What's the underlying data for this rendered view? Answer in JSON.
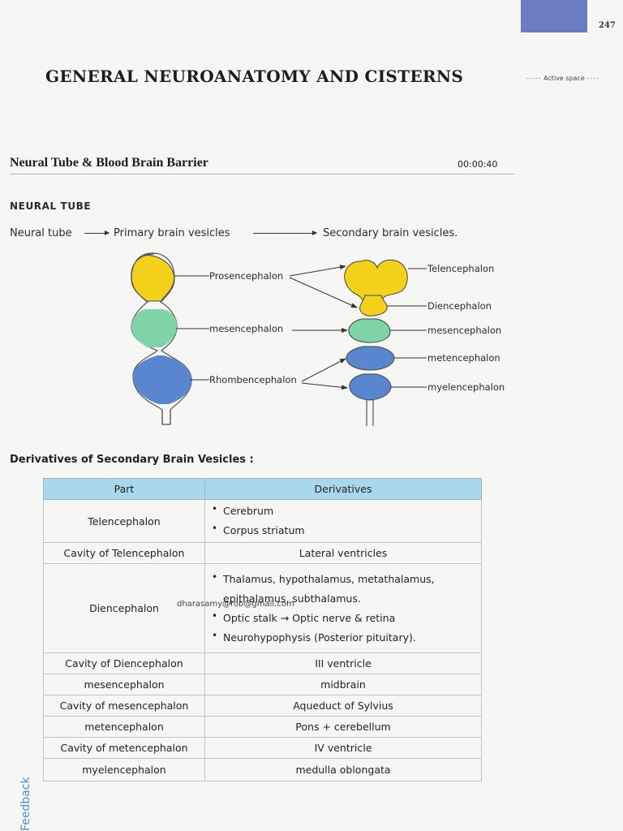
{
  "header": {
    "page_number": "247",
    "chapter_title": "GENERAL NEUROANATOMY AND CISTERNS",
    "active_space": "Active space",
    "tab_color": "#6b7cc0"
  },
  "section": {
    "title": "Neural Tube & Blood Brain Barrier",
    "timestamp": "00:00:40"
  },
  "neural_tube": {
    "heading": "NEURAL TUBE",
    "flow": [
      "Neural tube",
      "Primary brain vesicles",
      "Secondary brain vesicles."
    ],
    "primary_labels": [
      "Prosencephalon",
      "mesencephalon",
      "Rhombencephalon"
    ],
    "secondary_labels": [
      "Telencephalon",
      "Diencephalon",
      "mesencephalon",
      "metencephalon",
      "myelencephalon"
    ],
    "colors": {
      "yellow": "#f4d21b",
      "green": "#7fd3a6",
      "blue": "#5a86cf"
    }
  },
  "derivatives": {
    "heading": "Derivatives of Secondary Brain Vesicles :",
    "columns": [
      "Part",
      "Derivatives"
    ],
    "rows": {
      "telencephalon": {
        "part": "Telencephalon",
        "items": [
          "Cerebrum",
          "Corpus striatum"
        ]
      },
      "cavity_telencephalon": {
        "part": "Cavity of Telencephalon",
        "value": "Lateral ventricles"
      },
      "diencephalon": {
        "part": "Diencephalon",
        "items": [
          "Thalamus, hypothalamus, metathalamus, epithalamus, subthalamus.",
          "Optic stalk → Optic nerve & retina",
          "Neurohypophysis (Posterior pituitary)."
        ]
      },
      "cavity_diencephalon": {
        "part": "Cavity of Diencephalon",
        "value": "III ventricle"
      },
      "mesencephalon": {
        "part": "mesencephalon",
        "value": "midbrain"
      },
      "cavity_mesencephalon": {
        "part": "Cavity of mesencephalon",
        "value": "Aqueduct of Sylvius"
      },
      "metencephalon": {
        "part": "metencephalon",
        "value": "Pons + cerebellum"
      },
      "cavity_metencephalon": {
        "part": "Cavity of metencephalon",
        "value": "IV ventricle"
      },
      "myelencephalon": {
        "part": "myelencephalon",
        "value": "medulla oblongata"
      }
    }
  },
  "watermark": "dharasamy@rob@gmail.com",
  "feedback_tab": "Feedback"
}
